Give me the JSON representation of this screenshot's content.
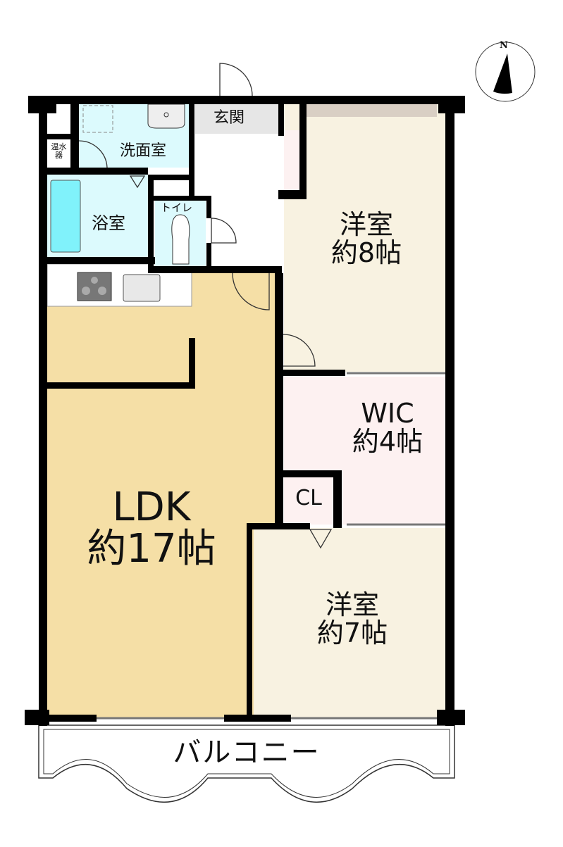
{
  "compass": {
    "label": "N"
  },
  "rooms": {
    "water_heater": {
      "line1": "温水",
      "line2": "器"
    },
    "washroom": "洗面室",
    "entrance": "玄関",
    "bath": "浴室",
    "toilet": "トイレ",
    "western8": {
      "name": "洋室",
      "size": "約8帖"
    },
    "wic": {
      "name": "WIC",
      "size": "約4帖"
    },
    "closet": "CL",
    "ldk": {
      "name": "LDK",
      "size": "約17帖"
    },
    "western7": {
      "name": "洋室",
      "size": "約7帖"
    },
    "balcony": "バルコニー"
  },
  "colors": {
    "ldk": "#f5dfa6",
    "western": "#f8f2e1",
    "wic": "#fdf1f1",
    "water": "#dcfafd",
    "tub": "#80f2fb",
    "entrance": "#e6e6e6"
  }
}
